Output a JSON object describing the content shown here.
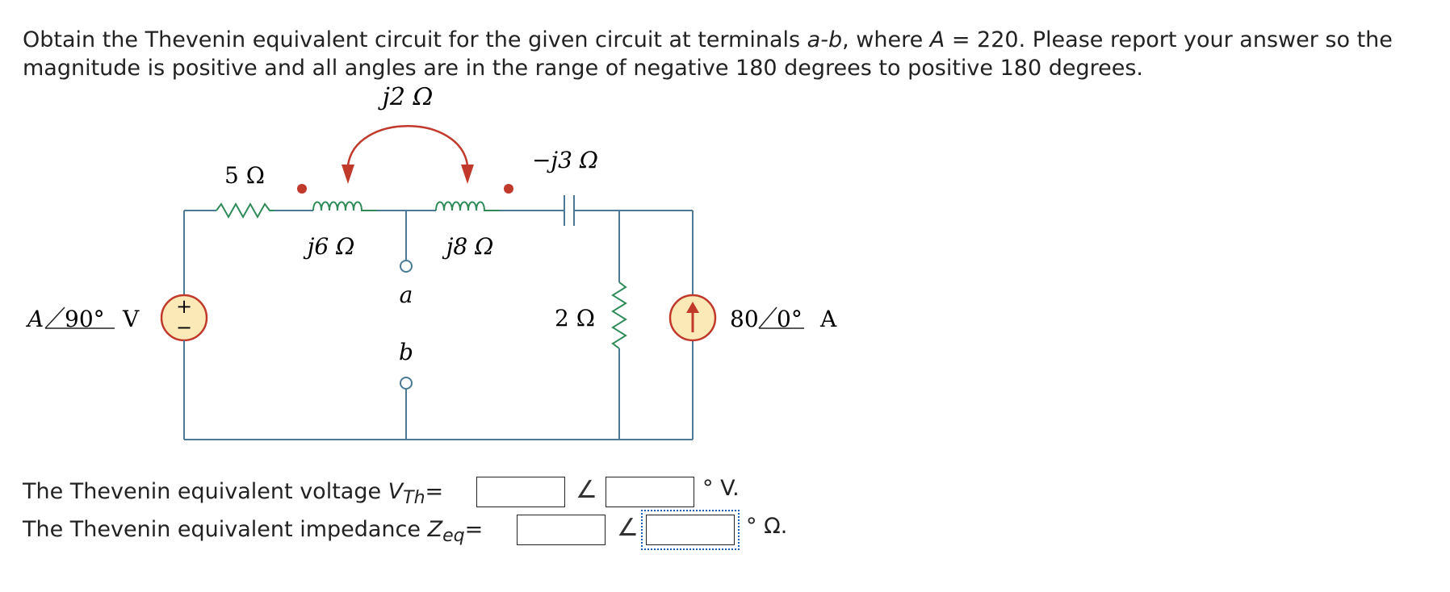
{
  "question": {
    "text_prefix": "Obtain the Thevenin equivalent circuit for the given circuit at terminals ",
    "terminals": "a-b",
    "text_where": ", where ",
    "var_A": "A",
    "text_eq": " = 220. Please report your answer so the magnitude is positive and all angles are in the range of negative 180 degrees to positive 180 degrees."
  },
  "circuit": {
    "mutual_label": "j2 Ω",
    "r1_label": "5 Ω",
    "l1_label": "j6 Ω",
    "l2_label": "j8 Ω",
    "cap_label": "−j3 Ω",
    "r2_label": "2 Ω",
    "terminal_a": "a",
    "terminal_b": "b",
    "vsource_A": "A",
    "vsource_angle": "90°",
    "vsource_unit": "V",
    "isource_mag": "80",
    "isource_angle": "0°",
    "isource_unit": "A",
    "wire_color": "#4a7a96",
    "inductor_color": "#2e8b57",
    "arrow_color": "#c0392b",
    "source_fill": "#fbe9b7",
    "source_stroke": "#c0392b"
  },
  "answers": {
    "vth_label": "The Thevenin equivalent voltage ",
    "vth_sym": "V",
    "vth_sub": "Th",
    "eq_sign": "=",
    "vth_unit": "° V.",
    "zeq_label": "The Thevenin equivalent impedance ",
    "zeq_sym": "Z",
    "zeq_sub": "eq",
    "zeq_unit": "° Ω.",
    "angle_symbol": "∠",
    "vth_mag_value": "",
    "vth_angle_value": "",
    "zeq_mag_value": "",
    "zeq_angle_value": ""
  }
}
